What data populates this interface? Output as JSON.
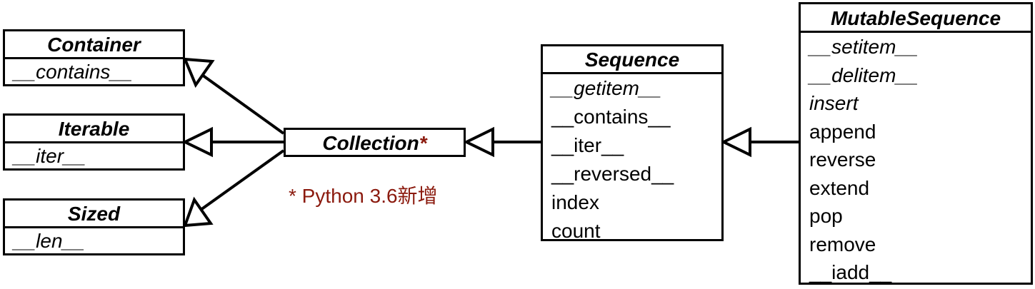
{
  "boxes": {
    "container": {
      "title": "Container",
      "members": [
        "__contains__"
      ]
    },
    "iterable": {
      "title": "Iterable",
      "members": [
        "__iter__"
      ]
    },
    "sized": {
      "title": "Sized",
      "members": [
        "__len__"
      ]
    },
    "collection": {
      "title": "Collection",
      "marker": "*"
    },
    "sequence": {
      "title": "Sequence",
      "members": [
        "__getitem__",
        "__contains__",
        "__iter__",
        "__reversed__",
        "index",
        "count"
      ]
    },
    "mutable_sequence": {
      "title": "MutableSequence",
      "members": [
        "__setitem__",
        "__delitem__",
        "insert",
        "append",
        "reverse",
        "extend",
        "pop",
        "remove",
        "__iadd__"
      ]
    }
  },
  "note": "* Python 3.6新增",
  "colors": {
    "line": "#000000",
    "note": "#8b1a0e",
    "background": "#ffffff"
  }
}
